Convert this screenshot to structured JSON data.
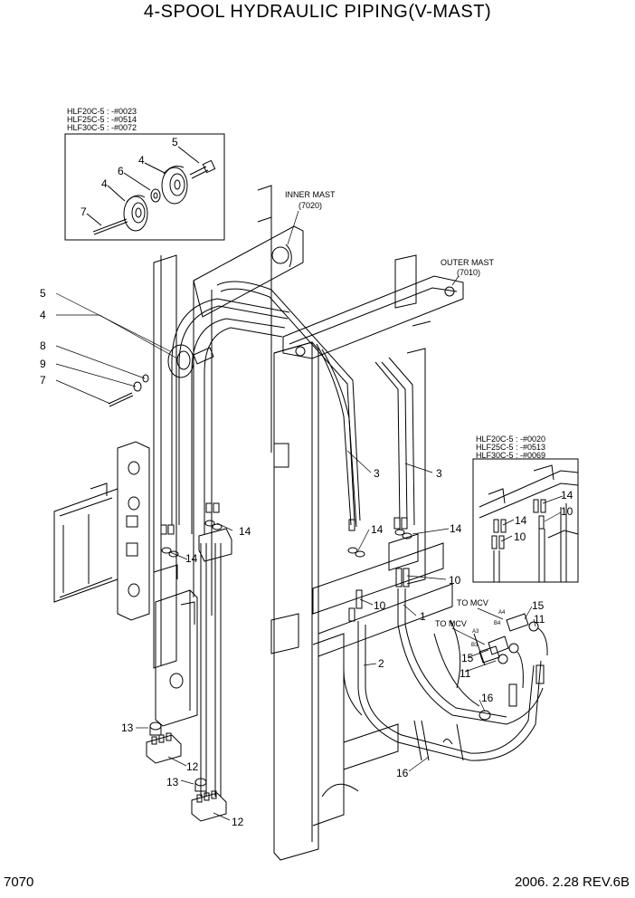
{
  "header": {
    "title": "4-SPOOL HYDRAULIC PIPING(V-MAST)"
  },
  "footer": {
    "page_code": "7070",
    "date_rev": "2006. 2.28  REV.6B"
  },
  "inset_top_notes": [
    "HLF20C-5 : -#0023",
    "HLF25C-5 : -#0514",
    "HLF30C-5 : -#0072"
  ],
  "inset_right_notes": [
    "HLF20C-5 : -#0020",
    "HLF25C-5 : -#0513",
    "HLF30C-5 : -#0069"
  ],
  "mast_labels": {
    "inner_name": "INNER MAST",
    "inner_code": "(7020)",
    "outer_name": "OUTER MAST",
    "outer_code": "(7010)"
  },
  "to_mcv": {
    "a": "TO MCV",
    "b": "TO MCV"
  },
  "ports": {
    "a4": "A4",
    "b4": "B4",
    "a3": "A3",
    "b3": "B3"
  },
  "callouts": {
    "c1": "1",
    "c2": "2",
    "c3a": "3",
    "c3b": "3",
    "c4_left": "4",
    "c4_in1": "4",
    "c4_in2": "4",
    "c5_left": "5",
    "c5_in": "5",
    "c6_in": "6",
    "c7_left": "7",
    "c7_in": "7",
    "c8": "8",
    "c9": "9",
    "c10a": "10",
    "c10b": "10",
    "c10c": "10",
    "c10d": "10",
    "c11a": "11",
    "c11b": "11",
    "c12a": "12",
    "c12b": "12",
    "c13a": "13",
    "c13b": "13",
    "c14a": "14",
    "c14b": "14",
    "c14c": "14",
    "c14d": "14",
    "c14e": "14",
    "c14f": "14",
    "c15a": "15",
    "c15b": "15",
    "c16a": "16",
    "c16b": "16"
  }
}
